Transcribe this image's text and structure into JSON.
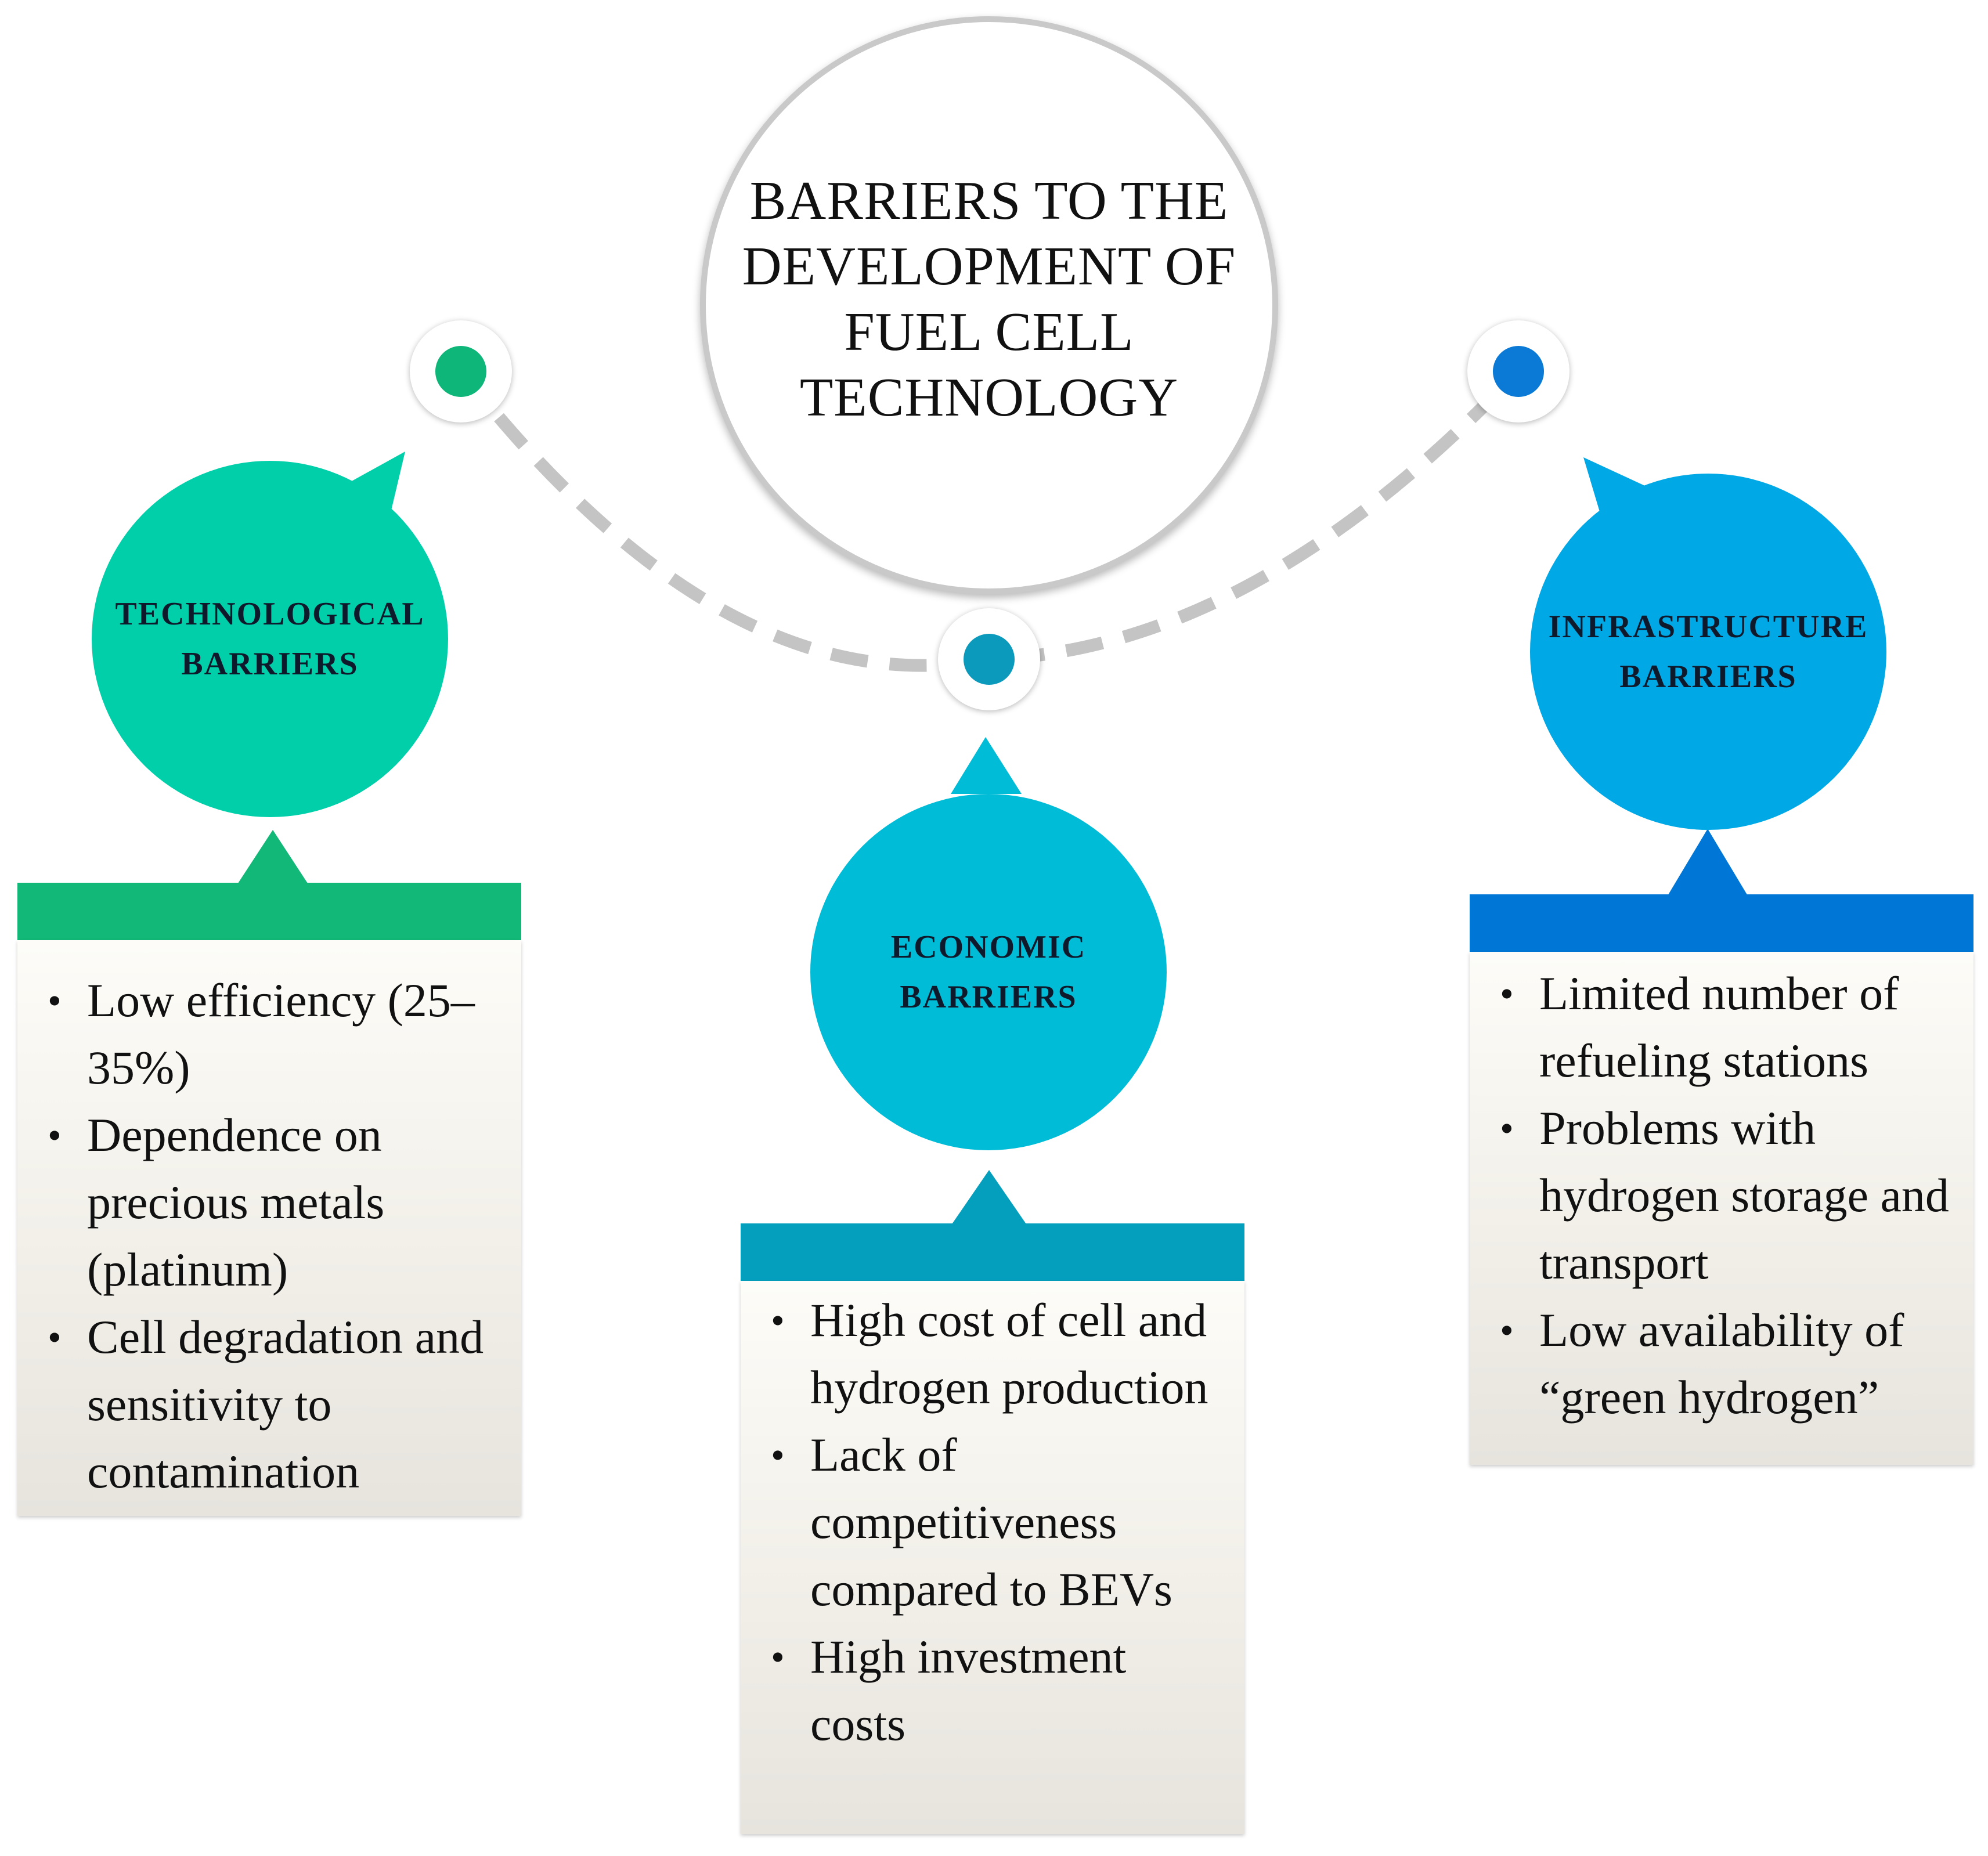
{
  "title": "BARRIERS TO THE DEVELOPMENT OF FUEL CELL TECHNOLOGY",
  "colors": {
    "technological": "#00cfaa",
    "technological_header": "#12b877",
    "technological_node": "#0fb67a",
    "economic": "#00bcd6",
    "economic_header": "#059fbe",
    "economic_node": "#0b99bc",
    "infrastructure": "#00a8e6",
    "infrastructure_header": "#0077d6",
    "infrastructure_node": "#0a7ad6",
    "connector": "#c4c4c4",
    "title_border": "#c9c9c9"
  },
  "categories": [
    {
      "id": "technological",
      "label": "TECHNOLOGICAL BARRIERS",
      "items": [
        "Low efficiency (25–35%)",
        "Dependence on precious metals (platinum)",
        "Cell degradation and sensitivity to contamination"
      ]
    },
    {
      "id": "economic",
      "label": "ECONOMIC BARRIERS",
      "items": [
        "High cost of cell and hydrogen production",
        "Lack of competitiveness compared to BEVs",
        "High investment costs"
      ]
    },
    {
      "id": "infrastructure",
      "label": "INFRASTRUCTURE BARRIERS",
      "items": [
        "Limited number of refueling stations",
        "Problems with hydrogen storage and transport",
        "Low availability of “green hydrogen”"
      ]
    }
  ]
}
